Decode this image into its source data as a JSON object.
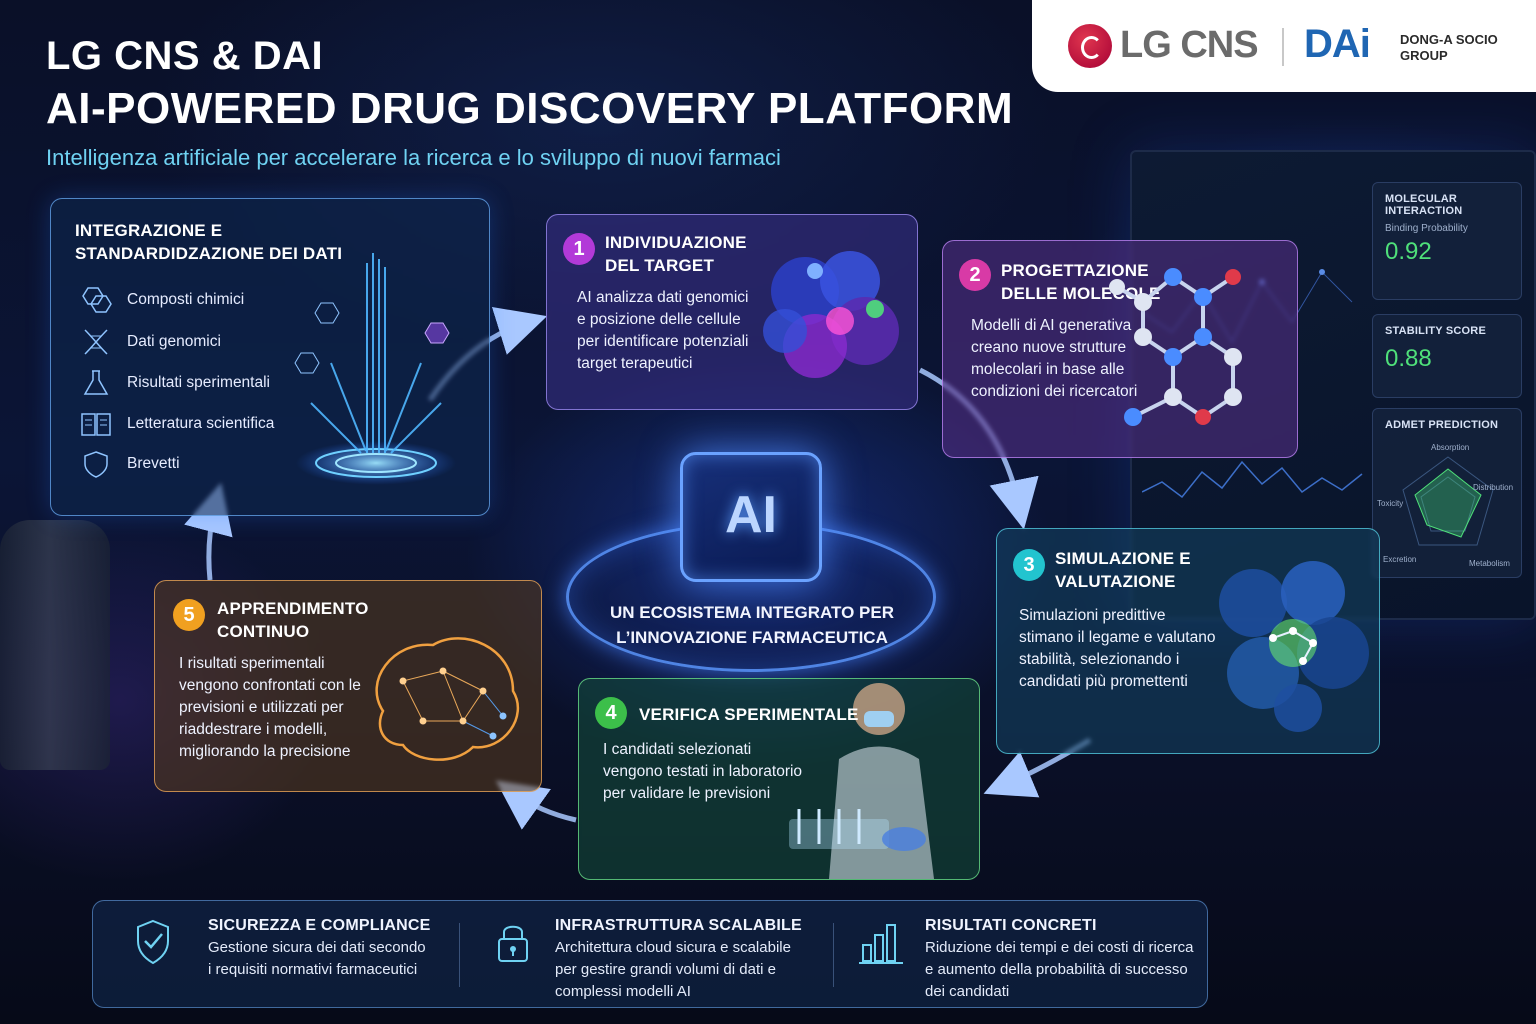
{
  "header": {
    "title_line1": "LG CNS & DAI",
    "title_line2": "AI-POWERED DRUG DISCOVERY PLATFORM",
    "subtitle": "Intelligenza artificiale per accelerare la ricerca e lo sviluppo di nuovi farmaci"
  },
  "logos": {
    "lg": "LG CNS",
    "dai": "DAi",
    "dai_group": "DONG-A SOCIO GROUP"
  },
  "data_card": {
    "title": "INTEGRAZIONE E STANDARDIDZAZIONE DEI DATI",
    "items": [
      {
        "label": "Composti chimici",
        "icon": "hexagon-icon"
      },
      {
        "label": "Dati genomici",
        "icon": "dna-icon"
      },
      {
        "label": "Risultati sperimentali",
        "icon": "flask-icon"
      },
      {
        "label": "Letteratura scientifica",
        "icon": "book-icon"
      },
      {
        "label": "Brevetti",
        "icon": "shield-icon"
      }
    ]
  },
  "steps": [
    {
      "num": "1",
      "title": "INDIVIDUAZIONE DEL TARGET",
      "body": "AI analizza dati genomici e posizione delle cellule per identificare potenziali target terapeutici",
      "color": "#b23ad8"
    },
    {
      "num": "2",
      "title": "PROGETTAZIONE DELLE MOLECOLE",
      "body": "Modelli di AI generativa creano nuove strutture molecolari in base alle condizioni dei ricercatori",
      "color": "#d83aa6"
    },
    {
      "num": "3",
      "title": "SIMULAZIONE E VALUTAZIONE",
      "body": "Simulazioni predittive stimano il legame e valutano stabilità, selezionando i candidati più promettenti",
      "color": "#22c4cf"
    },
    {
      "num": "4",
      "title": "VERIFICA SPERIMENTALE",
      "body": "I candidati selezionati vengono testati in laboratorio per validare le previsioni",
      "color": "#3cbf4a"
    },
    {
      "num": "5",
      "title": "APPRENDIMENTO CONTINUO",
      "body": "I risultati sperimentali vengono confrontati con le previsioni e utilizzati per riaddestrare i modelli, migliorando la precisione",
      "color": "#f0a020"
    }
  ],
  "center": {
    "chip_label": "AI",
    "caption": "UN ECOSISTEMA INTEGRATO PER L’INNOVAZIONE FARMACEUTICA"
  },
  "monitor": {
    "molecular_interaction": "MOLECULAR INTERACTION",
    "binding_probability": "Binding Probability",
    "binding_value": "0.92",
    "stability_score": "STABILITY SCORE",
    "stability_value": "0.88",
    "admet": "ADMET PREDICTION",
    "absorption": "Absorption",
    "distribution": "Distribution",
    "toxicity": "Toxicity",
    "excretion": "Excretion",
    "metabolism": "Metabolism"
  },
  "footer": [
    {
      "title": "SICUREZZA E COMPLIANCE",
      "body": "Gestione sicura dei dati secondo i requisiti normativi farmaceutici",
      "icon": "shield-check-icon"
    },
    {
      "title": "INFRASTRUTTURA SCALABILE",
      "body": "Architettura cloud sicura e scalabile per gestire grandi volumi di dati e complessi modelli AI",
      "icon": "lock-icon"
    },
    {
      "title": "RISULTATI CONCRETI",
      "body": "Riduzione dei tempi e dei costi di ricerca e aumento della probabilità di successo dei candidati",
      "icon": "bar-chart-icon"
    }
  ]
}
